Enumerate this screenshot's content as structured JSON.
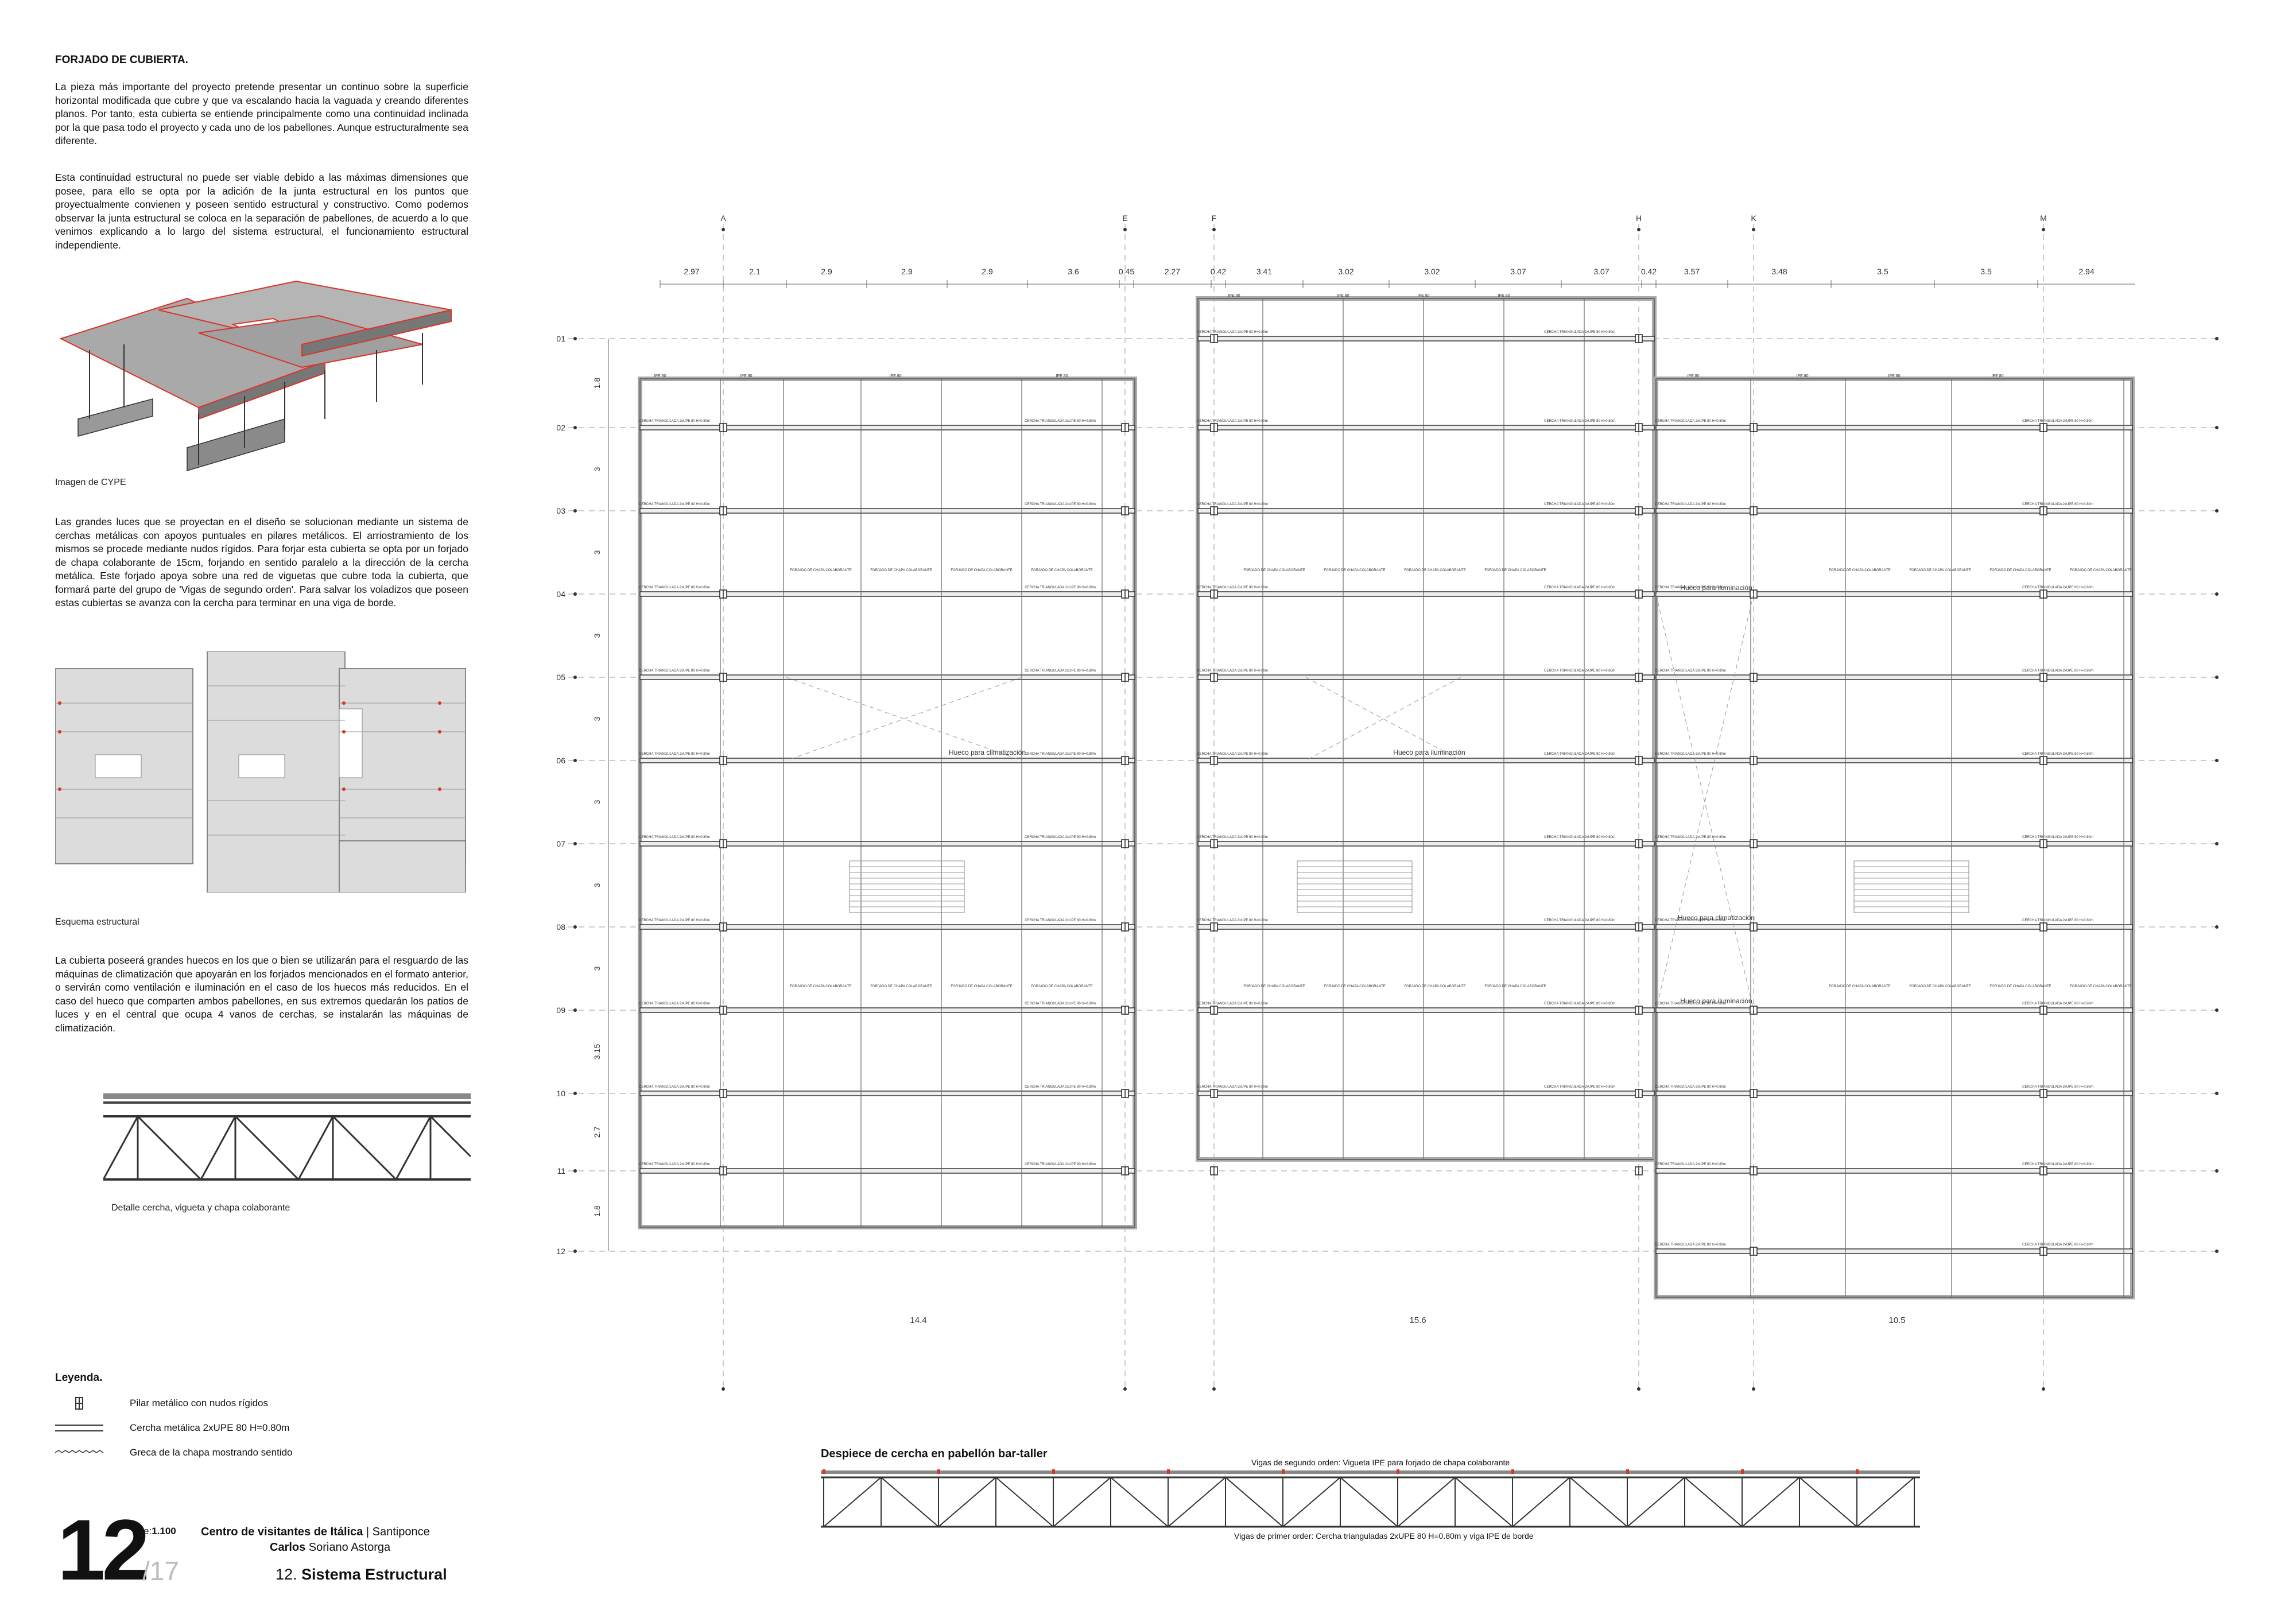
{
  "left": {
    "title": "FORJADO DE CUBIERTA.",
    "p1": "La pieza más importante del proyecto pretende presentar un continuo sobre la superficie horizontal modificada que cubre y que va escalando hacia la vaguada y creando diferentes planos. Por tanto, esta cubierta se entiende principalmente como una continuidad inclinada por la que pasa todo el proyecto y cada uno de los pabellones. Aunque estructuralmente sea diferente.",
    "p2": "Esta continuidad estructural no puede ser viable debido a las máximas dimensiones que posee, para ello se opta por la adición de la junta estructural en los puntos que proyectualmente convienen y poseen sentido estructural y constructivo. Como podemos observar la junta estructural se coloca en la separación de pabellones, de acuerdo a lo que venimos explicando a lo largo del sistema estructural, el funcionamiento estructural independiente.",
    "caption_cype": "Imagen de CYPE",
    "p3": "Las grandes luces que se proyectan en el diseño se solucionan mediante un sistema de cerchas metálicas con apoyos puntuales en pilares metálicos. El arriostramiento de los mismos se procede mediante nudos rígidos. Para forjar esta cubierta se opta por un forjado de chapa colaborante de 15cm, forjando en sentido paralelo a la dirección de la cercha metálica. Este forjado apoya sobre una red de viguetas que cubre toda la cubierta, que formará parte del grupo de 'Vigas de segundo orden'. Para salvar los voladizos que poseen estas cubiertas se avanza con la cercha para terminar en una viga de borde.",
    "caption_esquema": "Esquema estructural",
    "p4": "La cubierta poseerá grandes huecos en los que o bien se utilizarán para el resguardo de las máquinas de climatización que apoyarán en los forjados mencionados en el formato anterior, o servirán como ventilación e iluminación en el caso de los huecos más reducidos. En el caso del hueco que comparten ambos pabellones, en sus extremos quedarán los patios de luces y en el central que ocupa 4 vanos de cerchas, se instalarán las máquinas de climatización.",
    "caption_detalle": "Detalle cercha, vigueta y chapa colaborante"
  },
  "legend": {
    "title": "Leyenda.",
    "items": [
      {
        "icon": "pillar-icon",
        "label": "Pilar metálico con nudos rígidos"
      },
      {
        "icon": "truss-icon",
        "label": "Cercha metálica 2xUPE 80 H=0.80m"
      },
      {
        "icon": "sheet-icon",
        "label": "Greca de la chapa mostrando sentido"
      }
    ]
  },
  "footer": {
    "number": "12",
    "total": "/17",
    "scale_prefix": "e:",
    "scale": "1.100",
    "project_bold": "Centro de visitantes de Itálica",
    "project_rest": " | Santiponce",
    "author_bold": "Carlos",
    "author_rest": " Soriano Astorga",
    "sheet_num": "12. ",
    "sheet_name": "Sistema Estructural"
  },
  "plan": {
    "col_axes": [
      "A",
      "E",
      "F",
      "H",
      "K",
      "M"
    ],
    "top_dims": [
      "2.97",
      "2.1",
      "2.9",
      "2.9",
      "2.9",
      "3.6",
      "0.45",
      "2.27",
      "0.42",
      "3.41",
      "3.02",
      "3.02",
      "3.07",
      "3.07",
      "0.42",
      "3.57",
      "3.48",
      "3.5",
      "3.5",
      "2.94"
    ],
    "row_axes": [
      "01",
      "02",
      "03",
      "04",
      "05",
      "06",
      "07",
      "08",
      "09",
      "10",
      "11",
      "12"
    ],
    "left_dims": [
      "1.8",
      "3",
      "3",
      "3",
      "3",
      "3",
      "3",
      "3",
      "3.15",
      "2.7",
      "1.8"
    ],
    "bottom_dims": [
      "14.4",
      "15.6",
      "10.5"
    ],
    "notes": {
      "hueco_clima": "Hueco para climatización",
      "hueco_lum": "Hueco para iluminación",
      "truss_tag": "CERCHA TRIANGULADA 2xUPE 80 H=0.80m",
      "ipe": "IPE 80",
      "forjado": "FORJADO DE CHAPA COLABORANTE"
    }
  },
  "despiece": {
    "title": "Despiece de cercha en pabellón bar-taller",
    "top_note": "Vigas de segundo orden: Vigueta IPE para forjado de chapa colaborante",
    "bottom_note": "Vigas de primer order: Cercha trianguladas 2xUPE 80 H=0.80m y viga IPE de borde"
  },
  "colors": {
    "line": "#333333",
    "red": "#d9342b",
    "grey_roof": "#9a9a9a",
    "light": "#bbbbbb"
  }
}
